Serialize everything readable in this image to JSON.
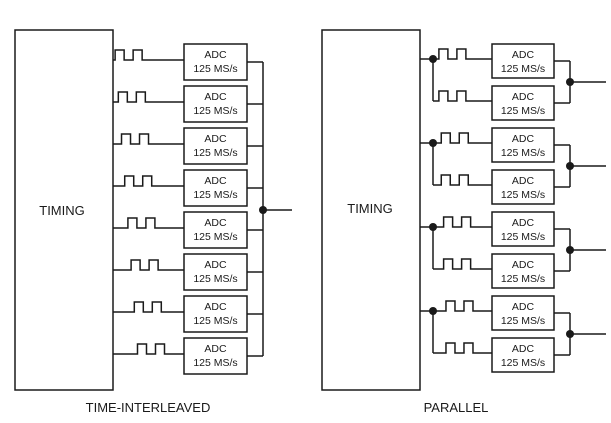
{
  "left": {
    "block_label": "TIMING",
    "caption": "TIME-INTERLEAVED",
    "adc_line1": "ADC",
    "adc_line2": "125 MS/s",
    "adc_count": 8
  },
  "right": {
    "block_label": "TIMING",
    "caption": "PARALLEL",
    "adc_line1": "ADC",
    "adc_line2": "125 MS/s",
    "adc_count": 8
  }
}
